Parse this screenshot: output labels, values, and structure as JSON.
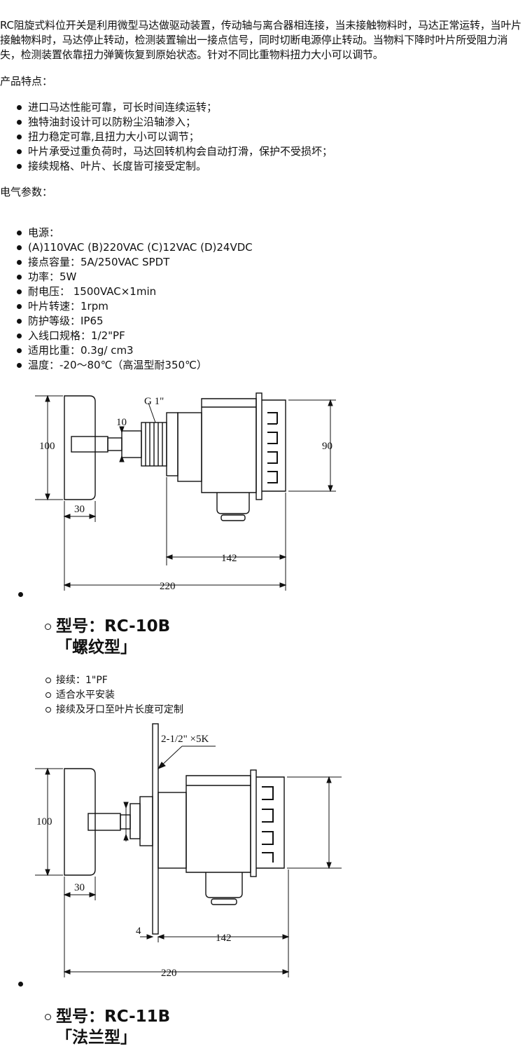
{
  "intro": "RC阻旋式料位开关是利用微型马达做驱动装置，传动轴与离合器相连接，当未接触物料时，马达正常运转，当叶片接触物料时，马达停止转动，检测装置输出一接点信号，同时切断电源停止转动。当物料下降时叶片所受阻力消失，检测装置依靠扭力弹簧恢复到原始状态。针对不同比重物料扭力大小可以调节。",
  "features_heading": "产品特点：",
  "features": [
    "进口马达性能可靠，可长时间连续运转；",
    "独特油封设计可以防粉尘沿轴渗入；",
    "扭力稳定可靠,且扭力大小可以调节；",
    "叶片承受过重负荷时，马达回转机构会自动打滑，保护不受损坏；",
    "接续规格、叶片、长度皆可接受定制。"
  ],
  "electrical_heading": "电气参数：",
  "electrical": [
    "电源：",
    "(A)110VAC  (B)220VAC  (C)12VAC  (D)24VDC",
    "接点容量：5A/250VAC SPDT",
    "功率：5W",
    "耐电压： 1500VAC×1min",
    "叶片转速：1rpm",
    "防护等级：IP65",
    "入线口规格：1/2\"PF",
    "适用比重：0.3g/ cm3",
    "温度：-20～80℃（高温型耐350℃）"
  ],
  "drawing1": {
    "thread": "G 1\"",
    "d10": "10",
    "d100": "100",
    "d90": "90",
    "d30": "30",
    "d142": "142",
    "d220": "220"
  },
  "model1": {
    "name": "型号：RC-10B",
    "type": "「螺纹型」"
  },
  "model1_notes": [
    "接续：1\"PF",
    "适合水平安装",
    "接续及牙口至叶片长度可定制"
  ],
  "drawing2": {
    "flange": "2-1/2\" ×5K",
    "d100": "100",
    "d30": "30",
    "d4": "4",
    "d142": "142",
    "d220": "220"
  },
  "model2": {
    "name": "型号：RC-11B",
    "type": "「法兰型」"
  }
}
